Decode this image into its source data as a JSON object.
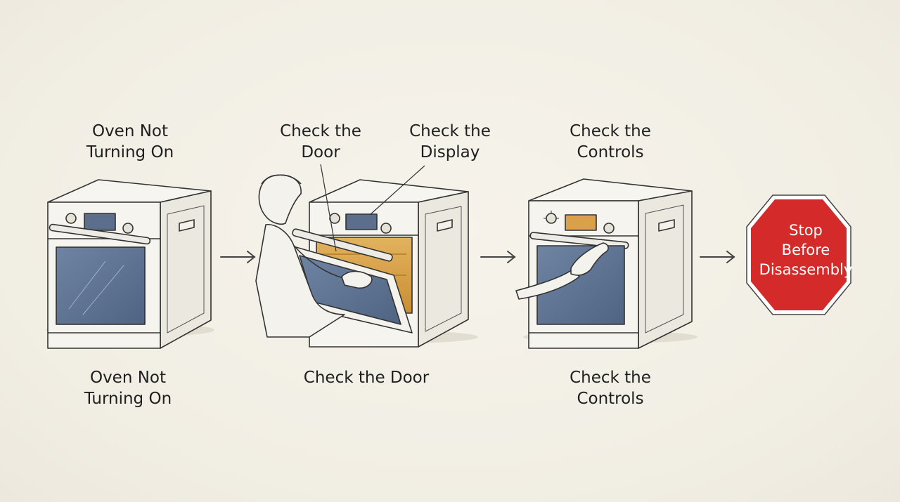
{
  "top_labels": {
    "oven_not_turning_on": [
      "Oven Not",
      "Turning On"
    ],
    "check_door": [
      "Check the",
      "Door"
    ],
    "check_display": [
      "Check the",
      "Display"
    ],
    "check_controls": [
      "Check the",
      "Controls"
    ]
  },
  "bottom_labels": {
    "oven_not_turning_on": [
      "Oven Not",
      "Turning On"
    ],
    "check_door": "Check the Door",
    "check_controls": [
      "Check the",
      "Controls"
    ]
  },
  "stop_sign": {
    "lines": [
      "Stop",
      "Before",
      "Disassembly"
    ],
    "color": "#d42a2a"
  },
  "colors": {
    "background": "#f3f0e7",
    "oven_body": "#f4f2ec",
    "oven_window": "#5f7391",
    "oven_light": "#d9a24a",
    "line": "#333333"
  },
  "icons": [
    "right-arrow-icon",
    "right-arrow-icon",
    "right-arrow-icon",
    "stop-sign-icon"
  ]
}
